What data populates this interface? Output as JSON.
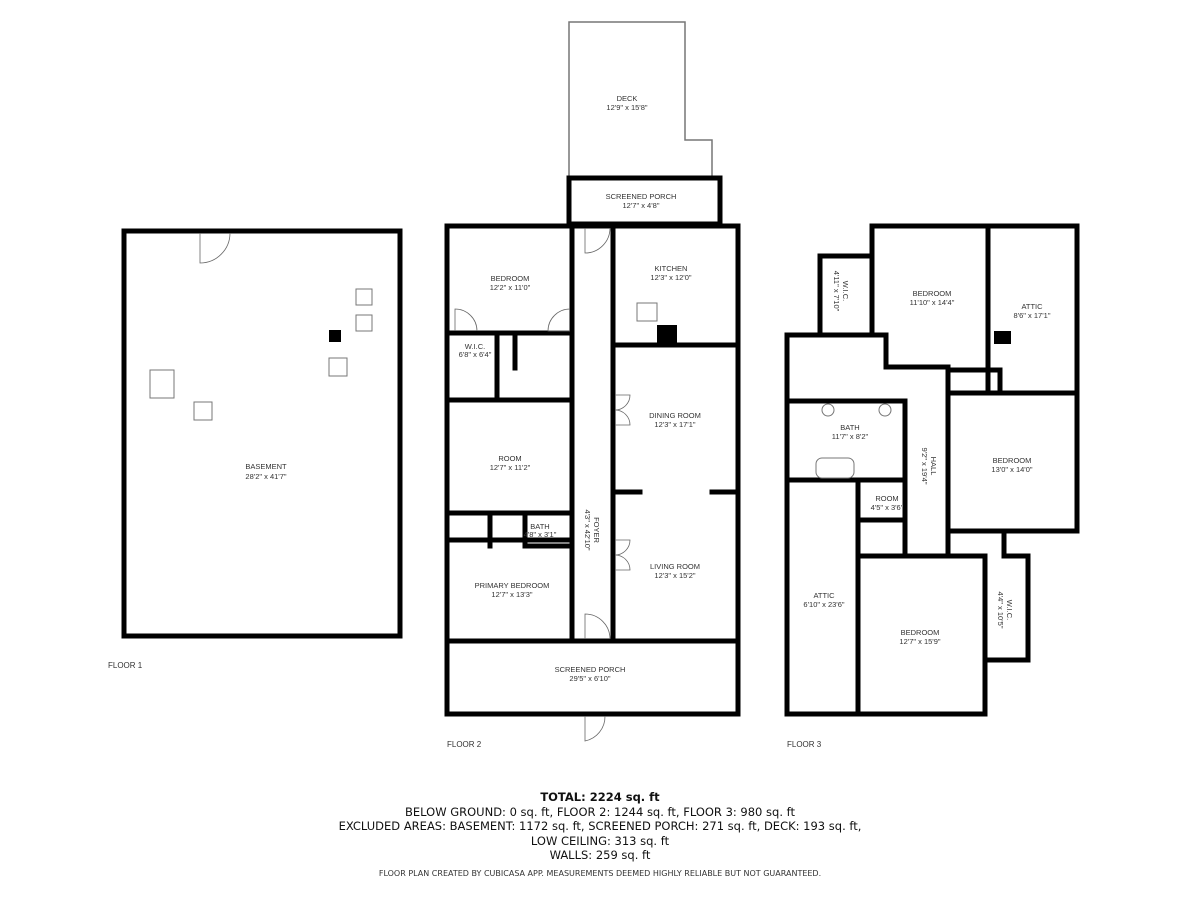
{
  "floors": [
    {
      "label": "FLOOR 1",
      "rooms": [
        {
          "name": "BASEMENT",
          "dims": "28'2\" x 41'7\""
        }
      ]
    },
    {
      "label": "FLOOR 2",
      "rooms": [
        {
          "name": "DECK",
          "dims": "12'9\" x 15'8\""
        },
        {
          "name": "SCREENED PORCH",
          "dims": "12'7\" x 4'8\""
        },
        {
          "name": "BEDROOM",
          "dims": "12'2\" x 11'0\""
        },
        {
          "name": "KITCHEN",
          "dims": "12'3\" x 12'0\""
        },
        {
          "name": "W.I.C.",
          "dims": "6'8\" x 6'4\""
        },
        {
          "name": "DINING ROOM",
          "dims": "12'3\" x 17'1\""
        },
        {
          "name": "ROOM",
          "dims": "12'7\" x 11'2\""
        },
        {
          "name": "FOYER",
          "dims": "4'3\" x 42'10\""
        },
        {
          "name": "BATH",
          "dims": "4'8\" x 3'1\""
        },
        {
          "name": "LIVING ROOM",
          "dims": "12'3\" x 15'2\""
        },
        {
          "name": "PRIMARY BEDROOM",
          "dims": "12'7\" x 13'3\""
        },
        {
          "name": "SCREENED PORCH",
          "dims": "29'5\" x 6'10\""
        }
      ]
    },
    {
      "label": "FLOOR 3",
      "rooms": [
        {
          "name": "W.I.C.",
          "dims": "4'11\" x 7'10\""
        },
        {
          "name": "BEDROOM",
          "dims": "11'10\" x 14'4\""
        },
        {
          "name": "ATTIC",
          "dims": "8'6\" x 17'1\""
        },
        {
          "name": "BATH",
          "dims": "11'7\" x 8'2\""
        },
        {
          "name": "HALL",
          "dims": "9'2\" x 19'4\""
        },
        {
          "name": "BEDROOM",
          "dims": "13'0\" x 14'0\""
        },
        {
          "name": "ROOM",
          "dims": "4'5\" x 3'6\""
        },
        {
          "name": "ATTIC",
          "dims": "6'10\" x 23'6\""
        },
        {
          "name": "BEDROOM",
          "dims": "12'7\" x 15'9\""
        },
        {
          "name": "W.I.C.",
          "dims": "4'4\" x 10'5\""
        }
      ]
    }
  ],
  "summary": {
    "total": "TOTAL: 2224 sq. ft",
    "line1": "BELOW GROUND: 0 sq. ft, FLOOR 2: 1244 sq. ft, FLOOR 3: 980 sq. ft",
    "line2": "EXCLUDED AREAS: BASEMENT: 1172 sq. ft, SCREENED PORCH: 271 sq. ft, DECK: 193 sq. ft,",
    "line3": "LOW CEILING: 313 sq. ft",
    "line4": "WALLS: 259 sq. ft"
  },
  "disclaimer": "FLOOR PLAN CREATED BY CUBICASA APP. MEASUREMENTS DEEMED HIGHLY RELIABLE BUT NOT GUARANTEED."
}
